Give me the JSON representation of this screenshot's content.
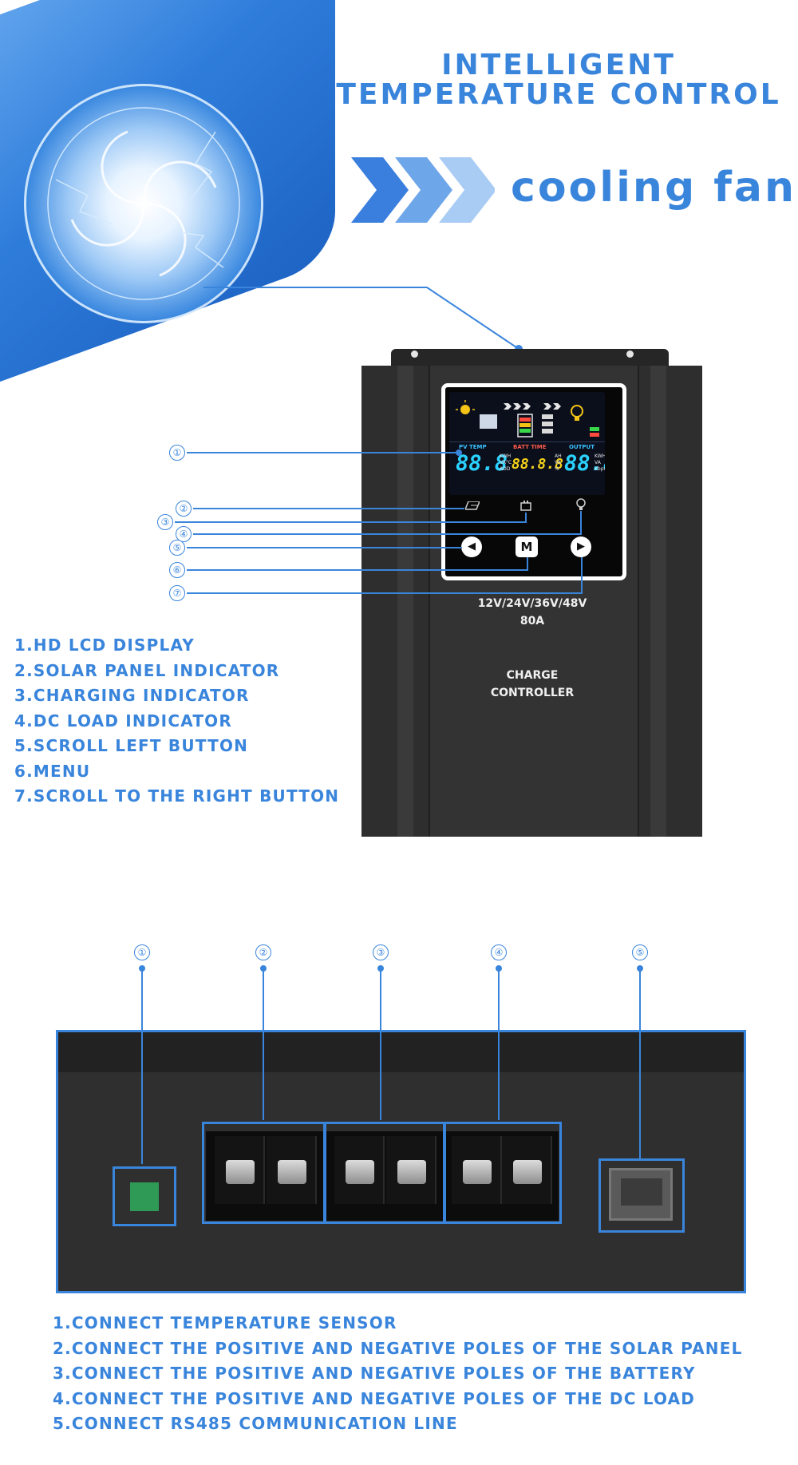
{
  "header": {
    "title_line1": "INTELLIGENT",
    "title_line2": "TEMPERATURE CONTROL",
    "feature": "cooling fan"
  },
  "device": {
    "lcd": {
      "pv_label": "PV TEMP",
      "batt_label": "BATT TIME",
      "output_label": "OUTPUT",
      "pv_value": "88.8",
      "batt_value": "88.8.8",
      "output_value": "88.8",
      "pv_units": [
        "KWH",
        "VA°C",
        "ADD"
      ],
      "batt_units": [
        "AH",
        "VA",
        "%"
      ],
      "output_units": [
        "KWH",
        "VA",
        "Kbps"
      ]
    },
    "buttons": {
      "left": "◀",
      "menu": "M",
      "right": "▶"
    },
    "voltage": "12V/24V/36V/48V",
    "current": "80A",
    "name_line1": "CHARGE",
    "name_line2": "CONTROLLER"
  },
  "front_callouts": [
    "①",
    "②",
    "③",
    "④",
    "⑤",
    "⑥",
    "⑦"
  ],
  "front_features": [
    "1.HD LCD DISPLAY",
    "2.SOLAR PANEL INDICATOR",
    "3.CHARGING INDICATOR",
    "4.DC LOAD INDICATOR",
    "5.SCROLL LEFT BUTTON",
    "6.MENU",
    "7.SCROLL TO THE RIGHT BUTTON"
  ],
  "bottom_callouts": [
    "①",
    "②",
    "③",
    "④",
    "⑤"
  ],
  "bottom_features": [
    "1.CONNECT TEMPERATURE SENSOR",
    "2.CONNECT THE POSITIVE AND NEGATIVE POLES OF THE SOLAR PANEL",
    "3.CONNECT THE POSITIVE AND NEGATIVE POLES OF THE BATTERY",
    "4.CONNECT THE POSITIVE AND NEGATIVE POLES OF THE DC LOAD",
    "5.CONNECT RS485 COMMUNICATION LINE"
  ],
  "colors": {
    "accent": "#3a85dc",
    "device": "#2e2e2e"
  }
}
